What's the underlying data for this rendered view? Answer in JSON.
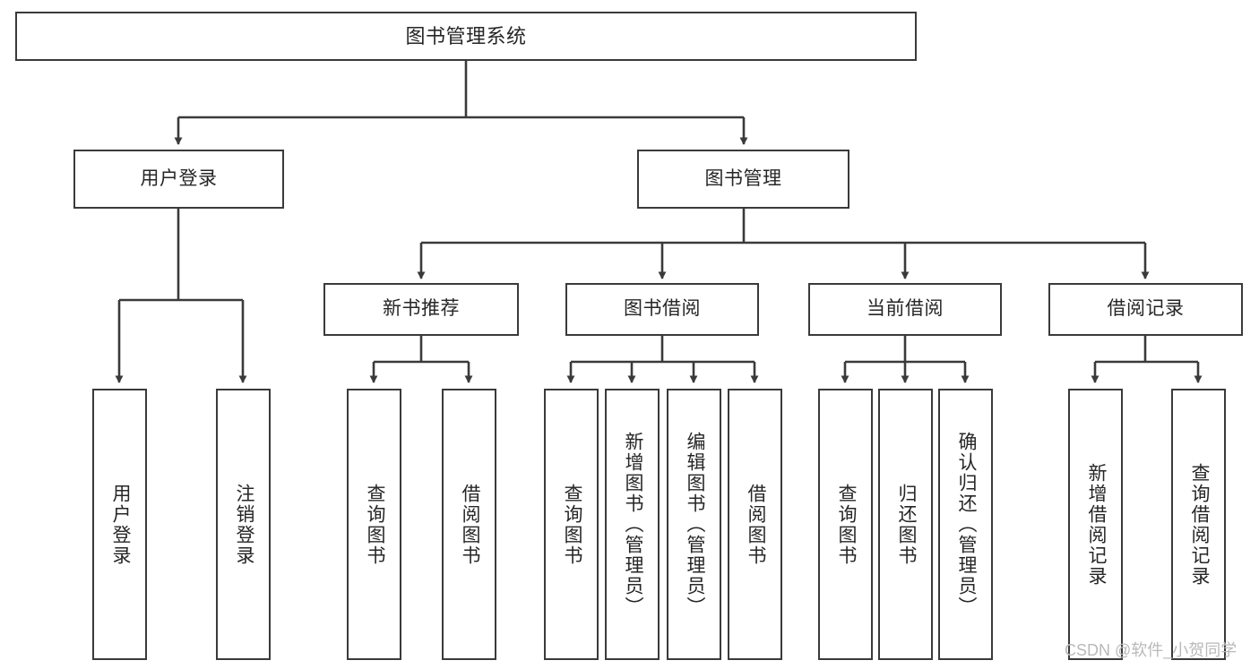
{
  "diagram": {
    "title": "图书管理系统",
    "type": "tree",
    "orientation": "top-down",
    "watermark": "CSDN @软件_小贺同学",
    "colors": {
      "box_border": "#3a3a3a",
      "box_fill": "#ffffff",
      "edge": "#3a3a3a",
      "text": "#262626",
      "watermark": "#b9b9b9",
      "background": "#ffffff"
    },
    "nodes": {
      "root": {
        "label": "图书管理系统"
      },
      "level1": [
        {
          "label": "用户登录"
        },
        {
          "label": "图书管理"
        }
      ],
      "level2": [
        {
          "label": "新书推荐"
        },
        {
          "label": "图书借阅"
        },
        {
          "label": "当前借阅"
        },
        {
          "label": "借阅记录"
        }
      ],
      "leaves": {
        "user_login": [
          {
            "label": "用户登录"
          },
          {
            "label": "注销登录"
          }
        ],
        "new_book_recommend": [
          {
            "label": "查询图书"
          },
          {
            "label": "借阅图书"
          }
        ],
        "book_borrow": [
          {
            "label": "查询图书"
          },
          {
            "label": "新增图书（管理员）"
          },
          {
            "label": "编辑图书（管理员）"
          },
          {
            "label": "借阅图书"
          }
        ],
        "current_borrow": [
          {
            "label": "查询图书"
          },
          {
            "label": "归还图书"
          },
          {
            "label": "确认归还（管理员）"
          }
        ],
        "borrow_records": [
          {
            "label": "新增借阅记录"
          },
          {
            "label": "查询借阅记录"
          }
        ]
      }
    }
  }
}
